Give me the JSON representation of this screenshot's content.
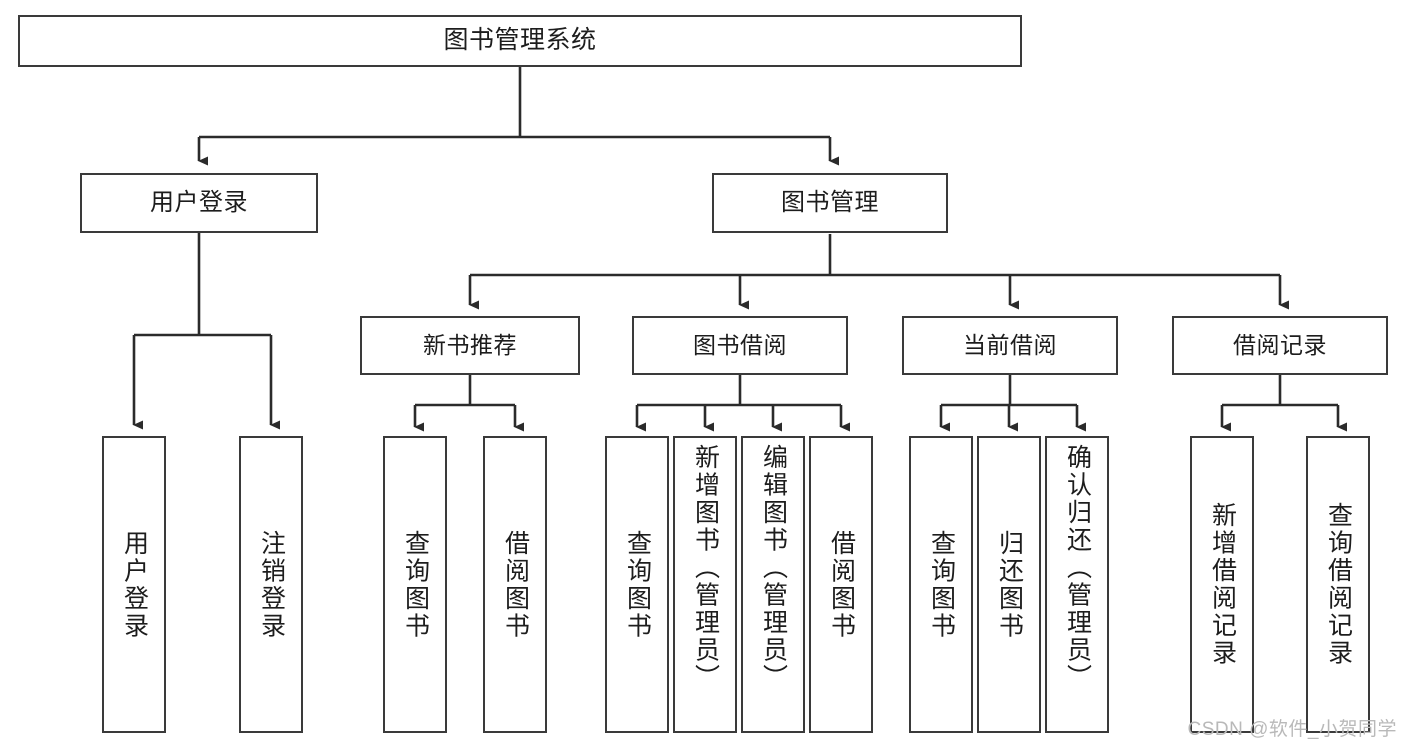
{
  "diagram": {
    "title": "图书管理系统",
    "type": "tree-hierarchy",
    "watermark": "CSDN @软件_小贺同学",
    "colors": {
      "background": "#ffffff",
      "node_border": "#3a3a3a",
      "node_fill": "#ffffff",
      "edge": "#2b2b2b",
      "text": "#1d1d1d",
      "watermark": "#b9b9b9"
    },
    "root": {
      "label": "图书管理系统"
    },
    "level1": [
      {
        "label": "用户登录"
      },
      {
        "label": "图书管理"
      }
    ],
    "level2": [
      {
        "label": "新书推荐"
      },
      {
        "label": "图书借阅"
      },
      {
        "label": "当前借阅"
      },
      {
        "label": "借阅记录"
      }
    ],
    "leaves_user_login": [
      {
        "label": "用户登录"
      },
      {
        "label": "注销登录"
      }
    ],
    "leaves_new_book": [
      {
        "label": "查询图书"
      },
      {
        "label": "借阅图书"
      }
    ],
    "leaves_borrow": [
      {
        "label": "查询图书"
      },
      {
        "label": "新增图书（管理员）"
      },
      {
        "label": "编辑图书（管理员）"
      },
      {
        "label": "借阅图书"
      }
    ],
    "leaves_current": [
      {
        "label": "查询图书"
      },
      {
        "label": "归还图书"
      },
      {
        "label": "确认归还（管理员）"
      }
    ],
    "leaves_records": [
      {
        "label": "新增借阅记录"
      },
      {
        "label": "查询借阅记录"
      }
    ]
  }
}
